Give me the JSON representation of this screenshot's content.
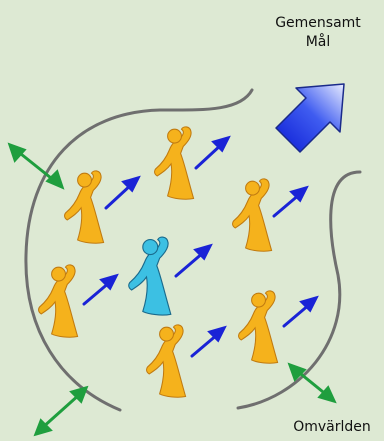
{
  "labels": {
    "goal_line1": "Gemensamt",
    "goal_line2": "Mål",
    "environment": "Omvärlden"
  },
  "colors": {
    "background": "#dde9d3",
    "member": "#f5b21c",
    "member_outline": "#c07a10",
    "leader": "#3cc0e3",
    "leader_outline": "#1a6a8c",
    "direction_arrow": "#1a23d6",
    "goal_arrow": "#2236e0",
    "exchange_arrow": "#1f9e3e",
    "boundary": "#6f6f6f"
  },
  "icons": [
    "dancing-person-icon",
    "dancing-leader-icon",
    "goal-arrow-icon",
    "direction-arrow-icon",
    "exchange-arrow-icon"
  ]
}
